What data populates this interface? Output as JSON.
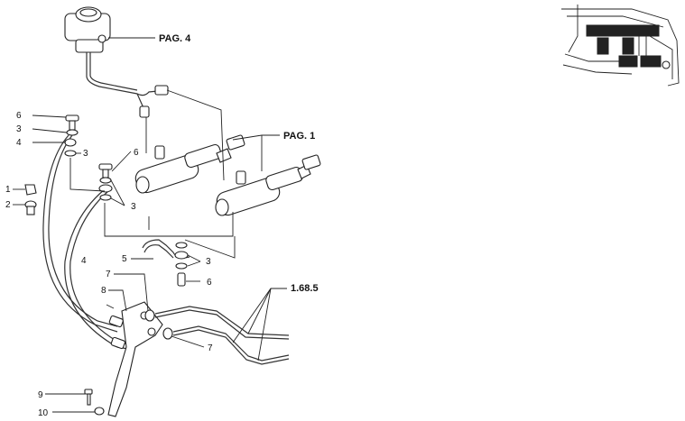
{
  "diagram": {
    "callouts": {
      "c1": "1",
      "c2": "2",
      "c3a": "3",
      "c3b": "3",
      "c3c": "3",
      "c3d": "3",
      "c4a": "4",
      "c4b": "4",
      "c5": "5",
      "c6a": "6",
      "c6b": "6",
      "c6c": "6",
      "c7a": "7",
      "c7b": "7",
      "c8": "8",
      "c9": "9",
      "c10": "10"
    },
    "references": {
      "pag4": "PAG. 4",
      "pag1": "PAG. 1",
      "ref1685": "1.68.5"
    }
  }
}
